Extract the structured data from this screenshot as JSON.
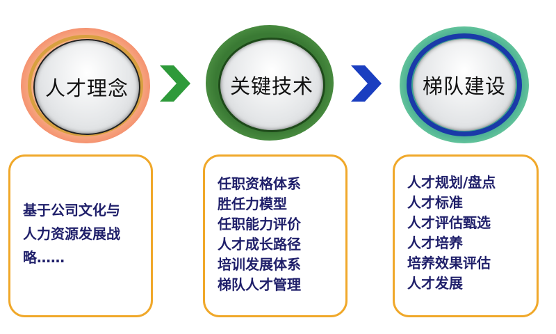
{
  "stages": [
    {
      "title": "人才理念",
      "ring_color": "#f48a6a",
      "accent": "#d8a040"
    },
    {
      "title": "关键技术",
      "ring_color": "#3f8a3a",
      "accent": "#2e6e2a"
    },
    {
      "title": "梯队建设",
      "ring_color": "#5cc08a",
      "accent": "#1a3aa8"
    }
  ],
  "arrows": [
    {
      "icon": "chevron-right-icon",
      "color": "#2e9a3a"
    },
    {
      "icon": "chevron-right-icon",
      "color": "#1a3ec0"
    }
  ],
  "boxes": [
    {
      "lines": [
        "基于公司文化与",
        "人力资源发展战",
        "略……"
      ]
    },
    {
      "lines": [
        "任职资格体系",
        "胜任力模型",
        "任职能力评价",
        "人才成长路径",
        "培训发展体系",
        "梯队人才管理"
      ]
    },
    {
      "lines": [
        "人才规划/盘点",
        "人才标准",
        "人才评估甄选",
        "人才培养",
        "培养效果评估",
        "人才发展"
      ]
    }
  ]
}
